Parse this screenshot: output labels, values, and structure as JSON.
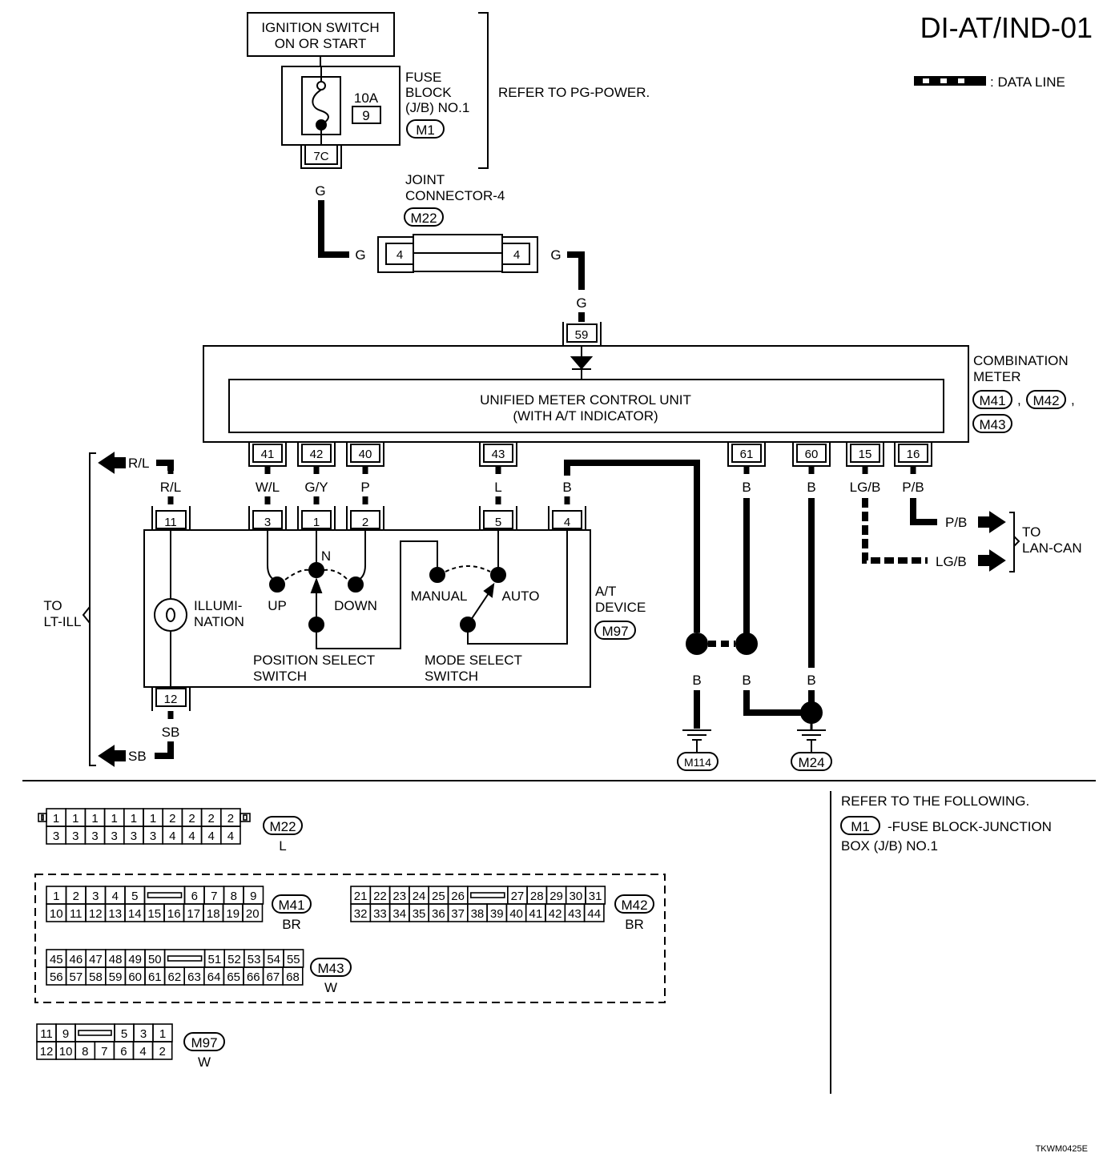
{
  "title": "DI-AT/IND-01",
  "footer_code": "TKWM0425E",
  "legend": {
    "data_line": ": DATA LINE"
  },
  "ignition": {
    "line1": "IGNITION SWITCH",
    "line2": "ON OR START"
  },
  "fuse_block": {
    "line1": "FUSE",
    "line2": "BLOCK",
    "line3": "(J/B) NO.1",
    "amp": "10A",
    "fuse_no": "9",
    "connector": "M1",
    "terminal": "7C"
  },
  "refer_pg": "REFER TO PG-POWER.",
  "joint_connector": {
    "line1": "JOINT",
    "line2": "CONNECTOR-4",
    "connector": "M22",
    "pin_left": "4",
    "pin_right": "4"
  },
  "combination_meter": {
    "line1": "COMBINATION",
    "line2": "METER",
    "connectors": [
      "M41",
      "M42",
      "M43"
    ],
    "unit_line1": "UNIFIED METER CONTROL UNIT",
    "unit_line2": "(WITH A/T INDICATOR)",
    "input_pin": "59",
    "pins": [
      "41",
      "42",
      "40",
      "43",
      "61",
      "60",
      "15",
      "16"
    ]
  },
  "wires": {
    "g": "G",
    "rl": "R/L",
    "wl": "W/L",
    "gy": "G/Y",
    "p": "P",
    "l": "L",
    "b": "B",
    "lgb": "LG/B",
    "pb": "P/B",
    "sb": "SB"
  },
  "at_device": {
    "line1": "A/T",
    "line2": "DEVICE",
    "connector": "M97",
    "pins": [
      "11",
      "3",
      "1",
      "2",
      "5",
      "4",
      "12"
    ],
    "illum1": "ILLUMI-",
    "illum2": "NATION",
    "n": "N",
    "up": "UP",
    "down": "DOWN",
    "manual": "MANUAL",
    "auto": "AUTO",
    "pos1": "POSITION SELECT",
    "pos2": "SWITCH",
    "mode1": "MODE SELECT",
    "mode2": "SWITCH"
  },
  "to_lt_ill": {
    "line1": "TO",
    "line2": "LT-ILL"
  },
  "to_lan_can": {
    "line1": "TO",
    "line2": "LAN-CAN"
  },
  "grounds": [
    "M114",
    "M24"
  ],
  "refer_following": {
    "heading": "REFER TO THE FOLLOWING.",
    "connector": "M1",
    "text1": "-FUSE BLOCK-JUNCTION",
    "text2": "BOX (J/B) NO.1"
  },
  "connector_views": {
    "m22": {
      "name": "M22",
      "color": "L",
      "top": [
        "1",
        "1",
        "1",
        "1",
        "1",
        "1",
        "2",
        "2",
        "2",
        "2"
      ],
      "bottom": [
        "3",
        "3",
        "3",
        "3",
        "3",
        "3",
        "4",
        "4",
        "4",
        "4"
      ]
    },
    "m41": {
      "name": "M41",
      "color": "BR",
      "top": [
        "1",
        "2",
        "3",
        "4",
        "5",
        "",
        "6",
        "7",
        "8",
        "9"
      ],
      "bottom": [
        "10",
        "11",
        "12",
        "13",
        "14",
        "15",
        "16",
        "17",
        "18",
        "19",
        "20"
      ]
    },
    "m42": {
      "name": "M42",
      "color": "BR",
      "top": [
        "21",
        "22",
        "23",
        "24",
        "25",
        "26",
        "",
        "27",
        "28",
        "29",
        "30",
        "31"
      ],
      "bottom": [
        "32",
        "33",
        "34",
        "35",
        "36",
        "37",
        "38",
        "39",
        "40",
        "41",
        "42",
        "43",
        "44"
      ]
    },
    "m43": {
      "name": "M43",
      "color": "W",
      "top": [
        "45",
        "46",
        "47",
        "48",
        "49",
        "50",
        "",
        "51",
        "52",
        "53",
        "54",
        "55"
      ],
      "bottom": [
        "56",
        "57",
        "58",
        "59",
        "60",
        "61",
        "62",
        "63",
        "64",
        "65",
        "66",
        "67",
        "68"
      ]
    },
    "m97": {
      "name": "M97",
      "color": "W",
      "top": [
        "11",
        "9",
        "",
        "5",
        "3",
        "1"
      ],
      "bottom": [
        "12",
        "10",
        "8",
        "7",
        "6",
        "4",
        "2"
      ]
    }
  }
}
